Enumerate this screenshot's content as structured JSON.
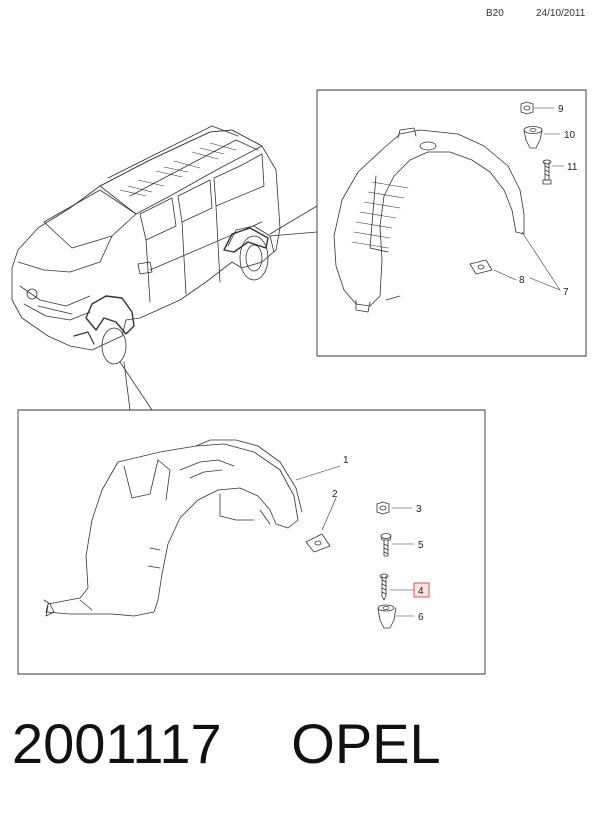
{
  "header": {
    "code": "B20",
    "date": "24/10/2011"
  },
  "rear_callouts": [
    {
      "id": "9",
      "label": "9"
    },
    {
      "id": "10",
      "label": "10"
    },
    {
      "id": "11",
      "label": "11"
    },
    {
      "id": "8",
      "label": "8"
    },
    {
      "id": "7",
      "label": "7"
    }
  ],
  "front_callouts": [
    {
      "id": "1",
      "label": "1"
    },
    {
      "id": "2",
      "label": "2"
    },
    {
      "id": "3",
      "label": "3"
    },
    {
      "id": "5",
      "label": "5"
    },
    {
      "id": "4",
      "label": "4",
      "highlighted": true
    },
    {
      "id": "6",
      "label": "6"
    }
  ],
  "footer": {
    "part_number": "2001117",
    "brand": "OPEL"
  },
  "colors": {
    "line": "#333333",
    "highlight": "#d9534f",
    "highlight_fill": "#fbe3e3"
  }
}
